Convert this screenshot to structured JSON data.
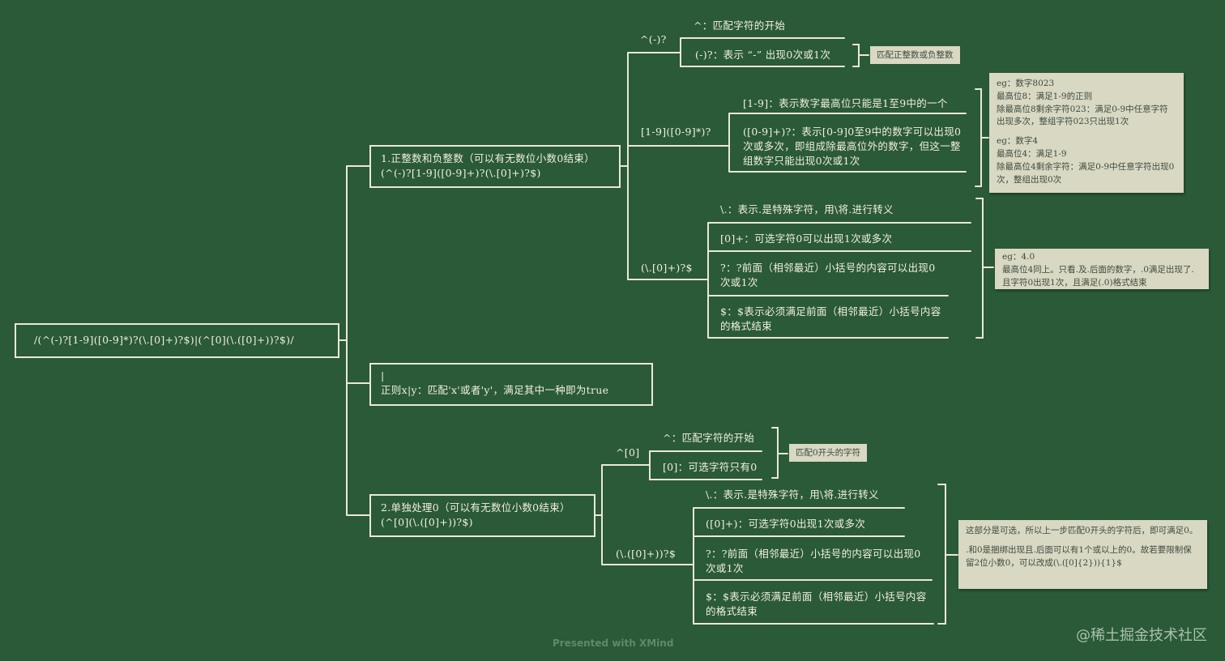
{
  "root": {
    "label": "/(^(-)?[1-9]([0-9]*)?(\\.[0]+)?$)|(^[0](\\.([0]+))?$)/"
  },
  "branch1": {
    "title": "1.正整数和负整数（可以有无数位小数0结束）",
    "regex": "(^(-)?[1-9]([0-9]+)?(\\.[0]+)?$)",
    "groups": {
      "sign": {
        "label": "^(-)?",
        "items": [
          "^：匹配字符的开始",
          "(-)?：表示 “-” 出现0次或1次"
        ],
        "tag": "匹配正整数或负整数"
      },
      "digits": {
        "label": "[1-9]([0-9]*)?",
        "items": [
          "[1-9]：表示数字最高位只能是1至9中的一个",
          "([0-9]+)?：表示[0-9]0至9中的数字可以出现0次或多次，即组成除最高位外的数字，但这一整组数字只能出现0次或1次"
        ],
        "note": {
          "line1": "eg：数字8023",
          "line2": "最高位8：满足1-9的正则",
          "line3": "除最高位8剩余字符023：满足0-9中任意字符出现多次，整组字符023只出现1次",
          "line4": "eg：数字4",
          "line5": "最高位4：满足1-9",
          "line6": "除最高位4剩余字符：满足0-9中任意字符出现0次，整组出现0次"
        }
      },
      "decimal": {
        "label": "(\\.[0]+)?$",
        "items": [
          "\\.：表示.是特殊字符，用\\将.进行转义",
          "[0]+：可选字符0可以出现1次或多次",
          "?：?前面（相邻最近）小括号的内容可以出现0次或1次",
          "$：$表示必须满足前面（相邻最近）小括号内容的格式结束"
        ],
        "note": {
          "line1": "eg：4.0",
          "line2": "最高位4同上。只看.及.后面的数字，.0满足出现了.且字符0出现1次，且满足(.0)格式结束"
        }
      }
    }
  },
  "middle": {
    "pipe": "|",
    "text": "正则x|y：匹配'x'或者'y'，满足其中一种即为true"
  },
  "branch2": {
    "title": "2.单独处理0（可以有无数位小数0结束）",
    "regex": "(^[0](\\.([0]+))?$)",
    "groups": {
      "zero": {
        "label": "^[0]",
        "items": [
          "^：匹配字符的开始",
          "[0]：可选字符只有0"
        ],
        "tag": "匹配0开头的字符"
      },
      "decimal": {
        "label": "(\\.([0]+))?$",
        "items": [
          "\\.：表示.是特殊字符，用\\将.进行转义",
          "([0]+)：可选字符0出现1次或多次",
          "?：?前面（相邻最近）小括号的内容可以出现0次或1次",
          "$：$表示必须满足前面（相邻最近）小括号内容的格式结束"
        ],
        "note": {
          "line1": "这部分是可选，所以上一步匹配0开头的字符后，即可满足0。",
          "line2": ".和0是捆绑出现且.后面可以有1个或以上的0。故若要限制保留2位小数0，可以改成(\\.([0]{2})){1}$"
        }
      }
    }
  },
  "footer": "Presented with XMind",
  "watermark": "@稀土掘金技术社区",
  "colors": {
    "background": "#2a5a37",
    "chalk": "#ece8d6",
    "note": "#d8d8c3"
  }
}
